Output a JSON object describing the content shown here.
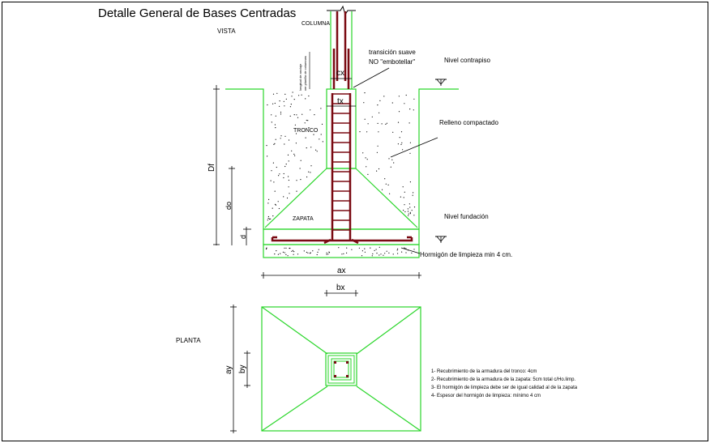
{
  "title": "Detalle General de Bases Centradas",
  "views": {
    "vista": "VISTA",
    "planta": "PLANTA"
  },
  "labels": {
    "columna": "COLUMNA",
    "transicion_1": "transición suave",
    "transicion_2": "NO \"embotellar\"",
    "nivel_contrapiso": "Nivel contrapiso",
    "relleno": "Relleno compactado",
    "tronco": "TRONCO",
    "zapata": "ZAPATA",
    "nivel_fundacion": "Nivel fundación",
    "hormigon_limpieza": "Hormigón de limpieza min 4 cm.",
    "longitud_1": "longitud de anclaje",
    "longitud_2": "ver planilla de columnas"
  },
  "dimensions": {
    "cx": "cx",
    "tx": "tx",
    "df": "Df",
    "do": "do",
    "d": "d",
    "ax": "ax",
    "bx": "bx",
    "ay": "ay",
    "by": "by"
  },
  "notes": [
    "1- Recubrimiento de la armadura del tronco: 4cm",
    "2- Recubrimiento de la armadura de la zapata: 5cm total c/Ho.limp.",
    "3- El hormigón de limpieza debe ser de igual calidad al de la zapata",
    "4- Espesor del hormigón de limpieza: mínimo 4 cm"
  ],
  "colors": {
    "outline": "#2ad62a",
    "rebar": "#7a0a12",
    "annotation": "#000000",
    "border": "#000000"
  }
}
